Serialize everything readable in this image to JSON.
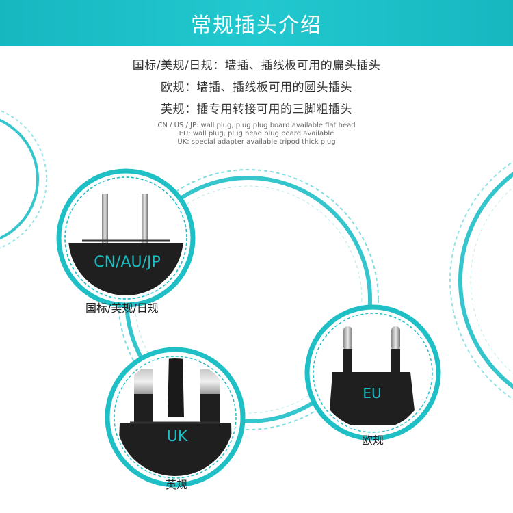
{
  "header": {
    "title": "常规插头介绍"
  },
  "intro": {
    "zh": [
      "国标/美规/日规：墙插、插线板可用的扁头插头",
      "欧规：墙插、插线板可用的圆头插头",
      "英规：插专用转接可用的三脚粗插头"
    ],
    "en": [
      "CN / US / JP: wall plug, plug plug board available flat head",
      "EU: wall plug, plug head plug board available",
      "UK: special adapter available tripod thick plug"
    ]
  },
  "plugs": [
    {
      "badge": "CN/AU/JP",
      "caption": "国标/美规/日规"
    },
    {
      "badge": "EU",
      "caption": "欧规"
    },
    {
      "badge": "UK",
      "caption": "英规"
    }
  ],
  "colors": {
    "accent": "#1fbfc6",
    "plug_body": "#1f1f1f",
    "badge_text": "#19bfc4"
  }
}
